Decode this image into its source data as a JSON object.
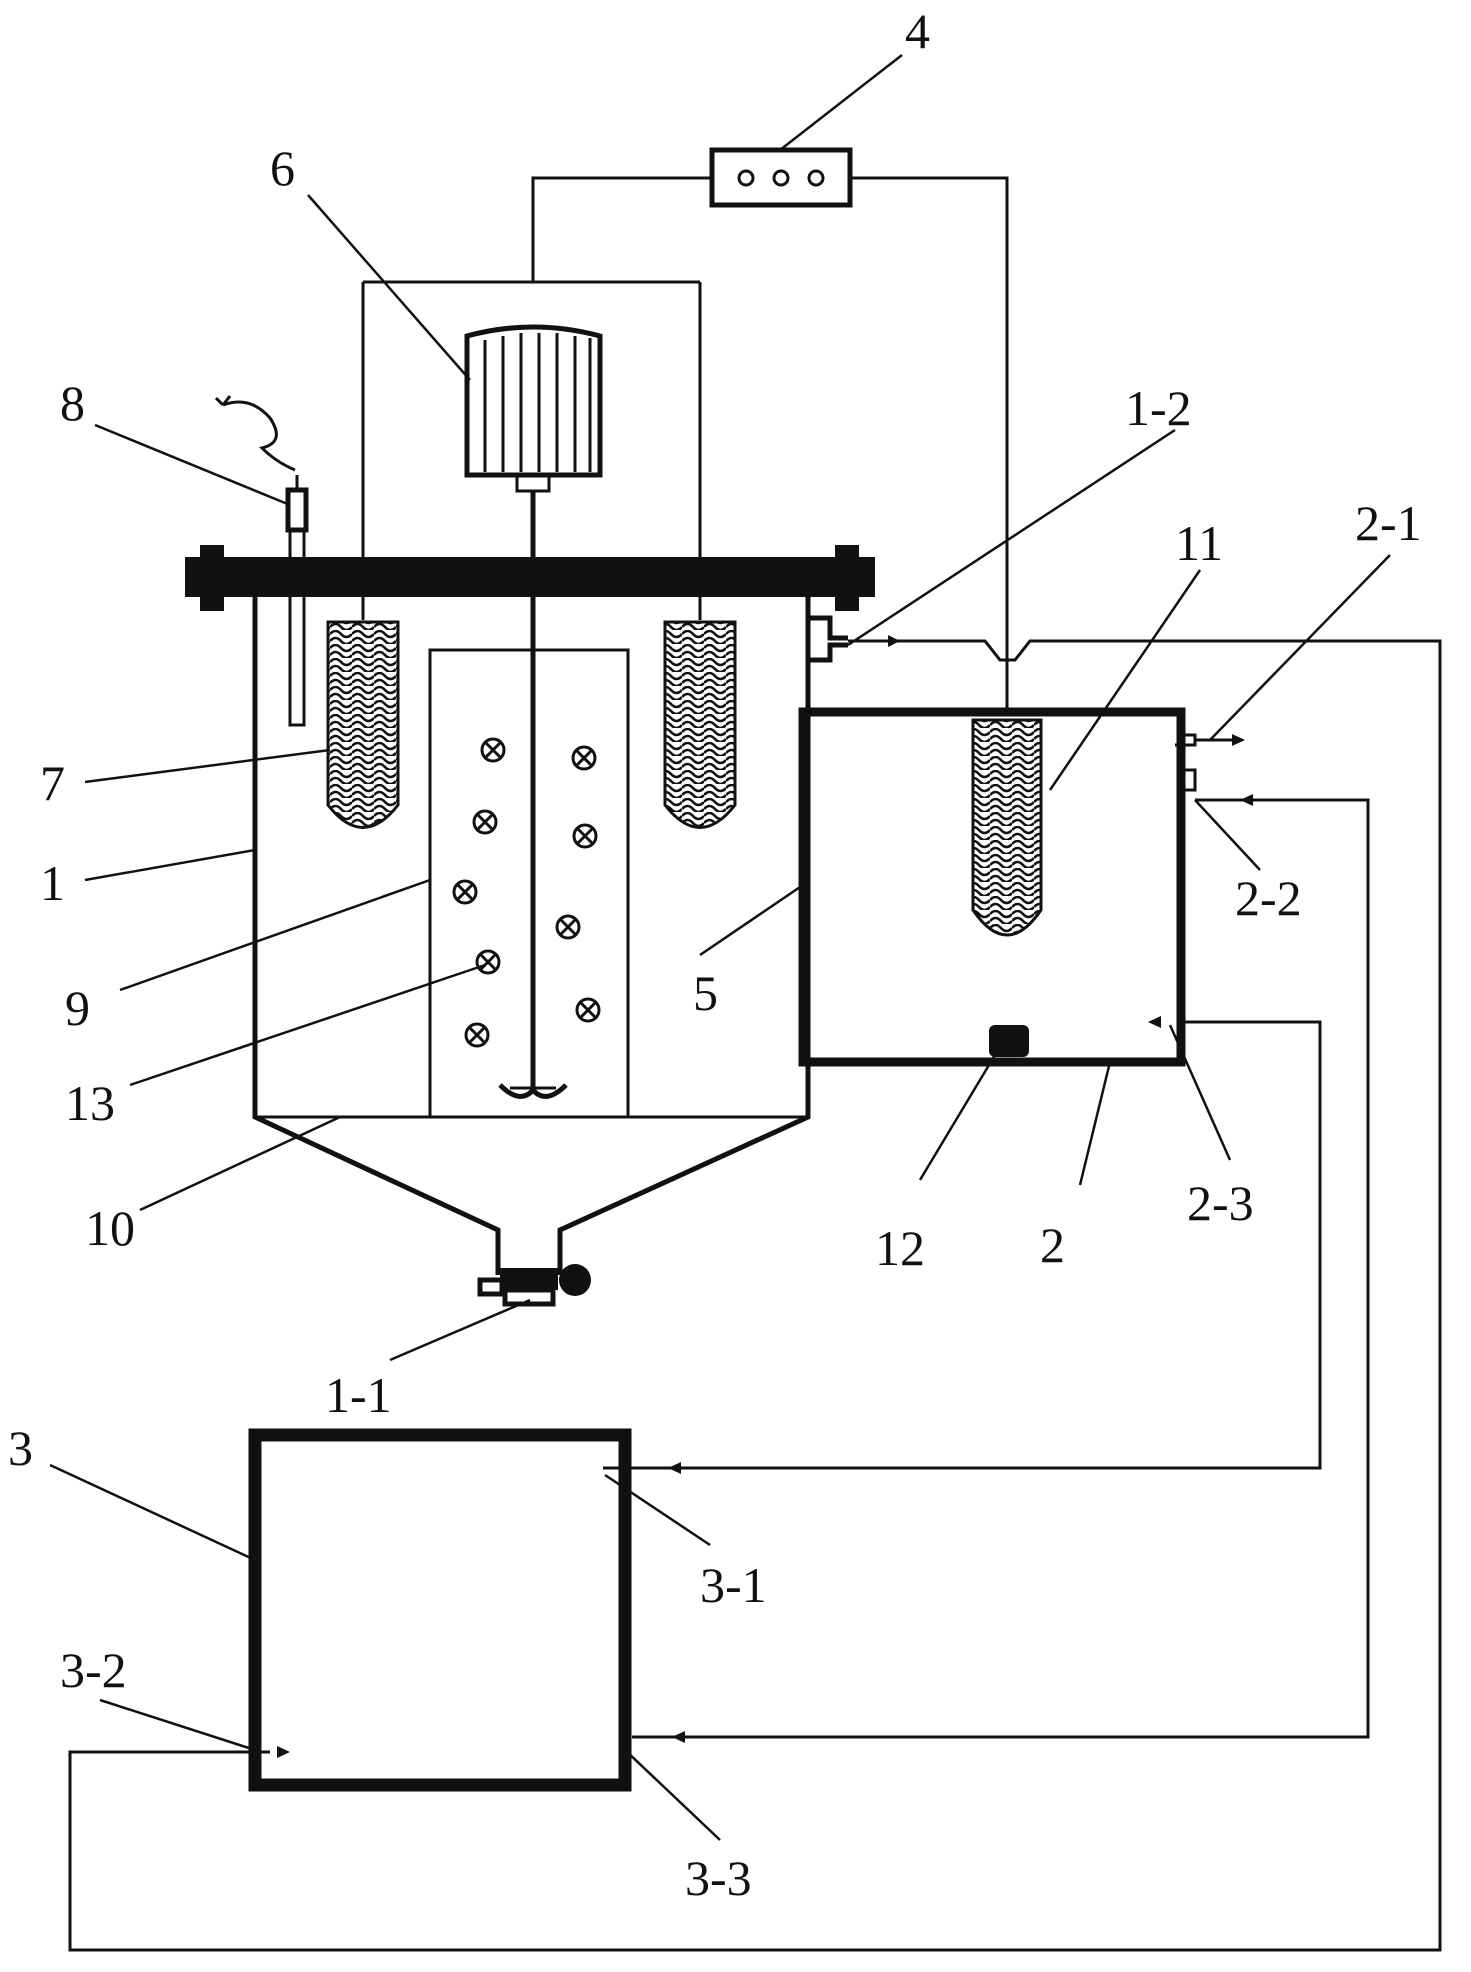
{
  "labels": {
    "l1": "1",
    "l1_1": "1-1",
    "l1_2": "1-2",
    "l2": "2",
    "l2_1": "2-1",
    "l2_2": "2-2",
    "l2_3": "2-3",
    "l3": "3",
    "l3_1": "3-1",
    "l3_2": "3-2",
    "l3_3": "3-3",
    "l4": "4",
    "l5": "5",
    "l6": "6",
    "l7": "7",
    "l8": "8",
    "l9": "9",
    "l10": "10",
    "l11": "11",
    "l12": "12",
    "l13": "13"
  },
  "component_icons": {
    "control_box": "control-box-icon",
    "motor": "motor-icon",
    "probe": "probe-icon",
    "heater": "heater-coil-icon",
    "stirrer": "stirrer-icon",
    "valve": "drain-valve-icon",
    "pump": "pump-icon",
    "particles": "particle-icon"
  }
}
